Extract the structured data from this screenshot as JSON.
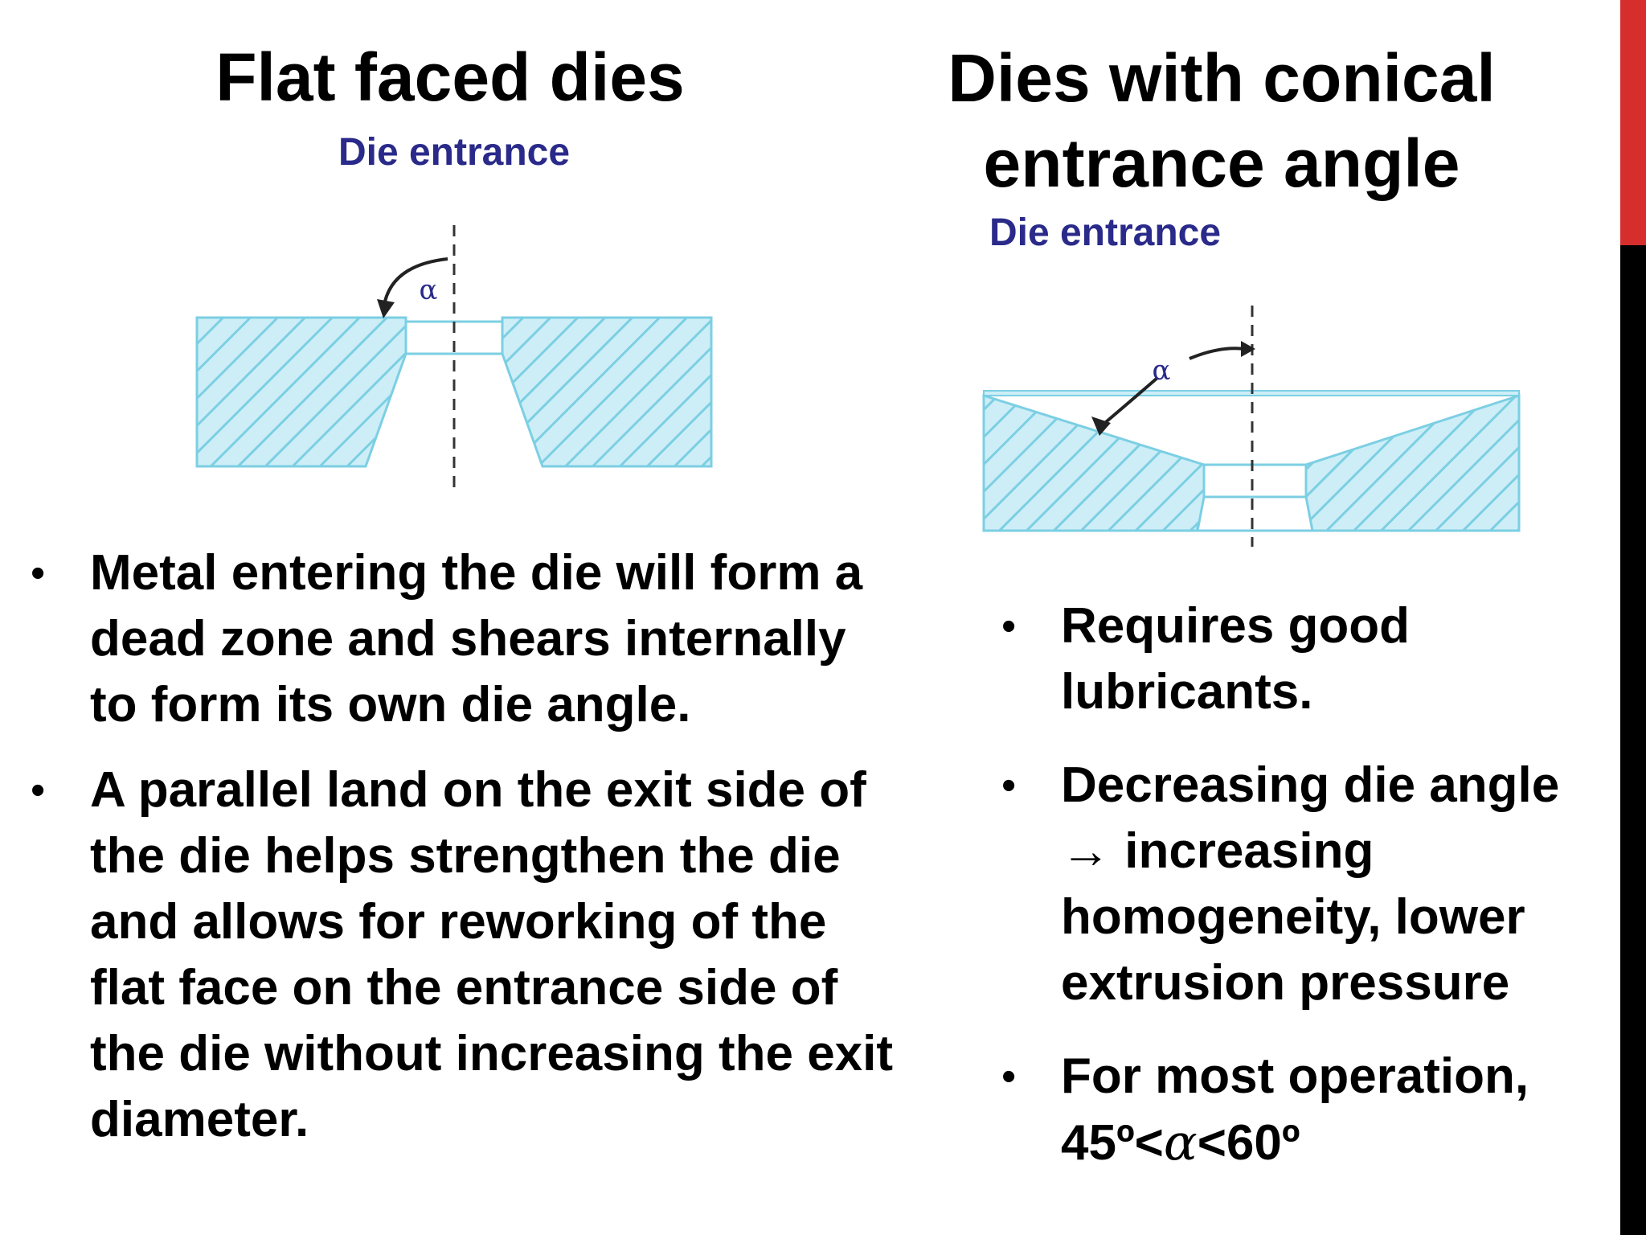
{
  "accent": {
    "red": "#d62d2d",
    "black": "#000000",
    "hatch_fill": "#cdeef7",
    "hatch_line": "#7ccfe3",
    "label_color": "#2a2a8a"
  },
  "left": {
    "heading": "Flat faced dies",
    "diagram": {
      "label": "Die entrance",
      "angle_symbol": "α"
    },
    "bullets": [
      "Metal entering the die will form a dead zone and shears internally to form its own die angle.",
      "A parallel land on the exit side of the die helps strengthen the die and allows for reworking of the flat face on the entrance side of the die without increasing the exit diameter."
    ]
  },
  "right": {
    "heading": "Dies with conical entrance angle",
    "diagram": {
      "label": "Die entrance",
      "angle_symbol": "α"
    },
    "bullets": {
      "b1": "Requires good lubricants.",
      "b2": "Decreasing die angle → increasing homogeneity, lower extrusion pressure",
      "b3_prefix": "For most operation, 45º<",
      "b3_symbol": "α",
      "b3_suffix": "<60º"
    }
  }
}
